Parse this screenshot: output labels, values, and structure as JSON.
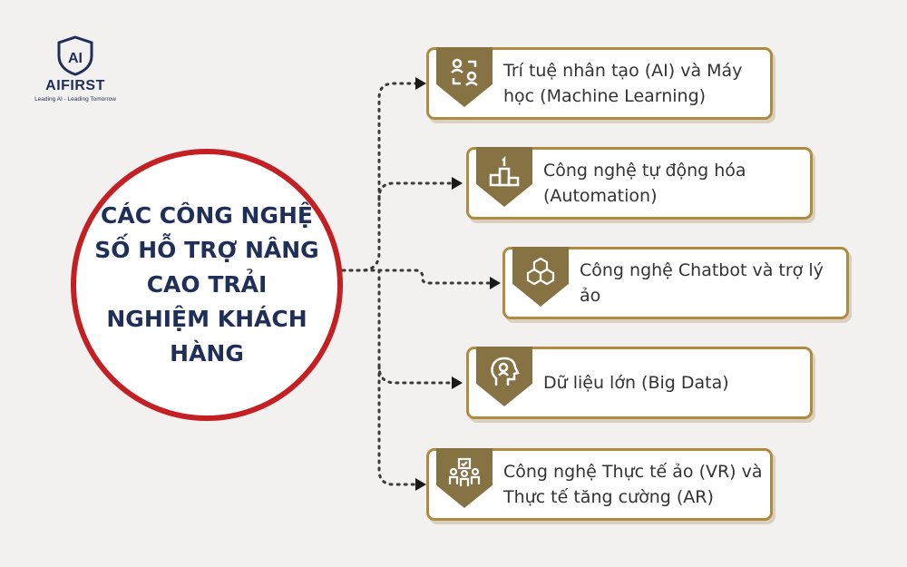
{
  "logo": {
    "mark": "AI",
    "name": "AIFIRST",
    "tagline": "Leading AI - Leading Tomorrow"
  },
  "central": {
    "title": "CÁC CÔNG NGHỆ SỐ HỖ TRỢ NÂNG CAO TRẢI NGHIỆM KHÁCH HÀNG"
  },
  "items": [
    {
      "label": "Trí tuệ nhân tạo (AI) và Máy học (Machine Learning)",
      "icon": "people-exchange-icon"
    },
    {
      "label": "Công nghệ tự động hóa (Automation)",
      "icon": "podium-icon"
    },
    {
      "label": "Công nghệ Chatbot và trợ lý ảo",
      "icon": "cubes-icon"
    },
    {
      "label": "Dữ liệu lớn (Big Data)",
      "icon": "head-profile-icon"
    },
    {
      "label": "Công nghệ Thực tế ảo (VR) và Thực tế tăng cường (AR)",
      "icon": "team-checklist-icon"
    }
  ],
  "colors": {
    "accent_gold": "#b08a3e",
    "badge": "#877244",
    "circle_border": "#c42024",
    "navy": "#1f2f57",
    "background": "#f3f1ef"
  }
}
